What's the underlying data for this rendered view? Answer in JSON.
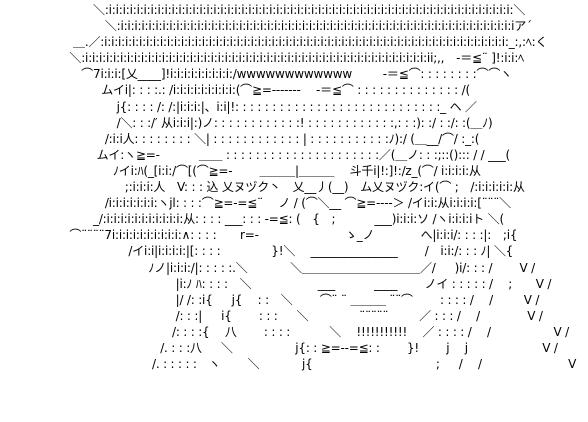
{
  "ascii_art": {
    "lines": [
      "　　　 ＼:i:i:i:i:i:i:i:i:i:i:i:i:i:i:i:i:i:i:i:i:i:i:i:i:i:i:i:i:i:i:i:i:i:i:i:i:i:i:i:i:i:i:i:i:i:i:i:i:i:i:i:i:i:i:i:i:i:i:＼",
      "　　　　 ＼:i:i:i:i:i:i:i:i:i:i:i:i:i:i:i:i:i:i:i:i:i:i:i:i:i:i:i:i:i:i:i:i:i:i:i:i:i:i:i:i:i:i:i:i:i:i:i:i:i:i:i:i:i:i:i:i:iア´",
      " 　 ＿.／:i:i:i:i:i:i:i:i:i:i:i:i:i:i:i:i:i:i:i:i:i:i:i:i:i:i:i:i:i:i:i:i:i:i:i:i:i:i:i:i:i:i:i:i:i:i:i:i:i:i:i:i:i:i:i:i:i:i:_:,:ﾍ:く",
      "　 ＼:i:i:i:i:i:i:i:i:i:i:i:i:i:i:i:i:i:i:i:i:i:i:i:i:i:i:i:i:i:i:i:i:i:i:i:i:i:i:i:i:i:i:i:i:i:i:i:i:i:ii;,,　-＝≦¨ ]!:i:i:ﾍ",
      "　　 ⌒7i:i:i:[乂____]!i:i:i:i:i:i:i:i:i:/wwwwwwwwwwww　 　 -＝≦⌒: : : : : : : :⌒⌒ヽ",
      "　　　　ムイi|: : : :.: /i:i:i:i:i:i:i:i:i:(⌒≧=-------　 -＝≦⌒ : : : : : : : : : : : : : : /(",
      "　　　　　 j{: : : : /: /:|i:i:i:|、i:i|!: : : : : : : : : : : : : : : : : : : : : : : : : : : :_ ヘ ／",
      "　　　　　 /＼: : :/′ 从i:i:i|:)ノ: : : : : : : : : : : :! : : : : : : : : : : : :,: : :): :/ : :/: :(＿ﾉ)",
      "　　　　 /:i:i人: : : : : : : : ＼| : : : : : : : : : : : : | : : : : : : : : : : :ﾉ):/ (＿__/⌒/ :_:(",
      "　　 　 ムイ:ヽ≧=-　　 　＿＿ : : : : : : : : : : : : : : : : : : : : :／(＿ノ: : :;::()::: / / ___(",
      "　　　　　ﾉイi:ﾊ(_[i:i:/⌒[(⌒≧=-　　 ＿＿＿|＿＿＿　 斗千i|!:]!:/z_(⌒/ i:i:i:i:从",
      "　　　　　　;:i:i:i:人　V: : : 込 乂ヌヅク丶　乂__丿(__)　ム乂ヌヅク:イ(⌒ ;　/:i:i:i:i:i:从",
      "　　　　 /i:i:i:i:i:i:i:ヽjl: : : :⌒≧=-=≦¨ 　ノ / (⌒＼__ ⌒≧=----＞ /イi:i:从i:i:i:i:[¨¨¨＼",
      "　　　 _/:i:i:i:i:i:i:i:i:i:i:i:从: : : : ___: : : -=≦: (　{　;　　　 ___)i:i:i:ソ /ヽi:i:i:iト ＼(",
      "　 ⌒¨¨¨¨7i:i:i:i:i:i:i:i:i:i:∧: : : :　　r=-　 　　　　　　ゝ_ノ 　 　　 へ|i:i:i/: : : :|:　;i{",
      "　　　　　　 /イi:i|i:i:i:i:|[: : : :　　　　 }!＼ 　_______________　　 /　i:i:/: : : ﾉ| ＼{",
      "　　　　　　　　ﾉノ|i:i:i:/|: : : : :.＼ 　 　　＼＿＿＿＿＿＿＿＿＿＿／/ 　 )i/: : : /　　 V /",
      "　　　　　　　　　　 |i:ﾉ ﾊ: : : :　＼　　　　 　 ___　　　 ____ 　　ノイ : : : : : /　 ;　　V /",
      "　　　　　　　　　　 |/ /: :i{ 　 j{　 : :　＼　　 ⌒¨ ¨ ＿＿＿ ¨¨⌒ 　　: : : : / 　/ 　　 V /",
      "　　　　　　　　　　 /: : :| 　 i{　　 : : : 　 ＼　　　　 ¨¨¨¨¨ 　　 ／ : : : /　 /　　　　V /",
      "　　　　　　　　　　/: : : :{ 　八　　 : : : :　　　 ＼　 !!!!!!!!!!! 　／ : : : : /　 /　　　　　 V /",
      "　　　　　　　　　/. : : :八 　 ＼　　　　　 j{: : ≧=--=≦: :　　 }!　　 j　 j　　　　　　 V /",
      "　　　　　　　　 /. : : : : :　ヽ　　 ＼　　 　 j{ 　 　　 　 　 　 　 　 ; 　 /　 /　　　　　　　 V"
    ]
  }
}
